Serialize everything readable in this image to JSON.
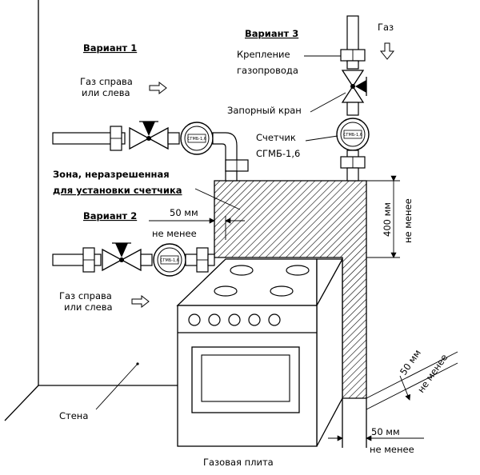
{
  "labels": {
    "variant1": "Вариант 1",
    "variant2": "Вариант 2",
    "variant3": "Вариант 3",
    "gas_side_1_line1": "Газ справа",
    "gas_side_1_line2": "или слева",
    "gas_side_2_line1": "Газ справа",
    "gas_side_2_line2": "или слева",
    "gas": "Газ",
    "mount_line1": "Крепление",
    "mount_line2": "газопровода",
    "shutoff_valve": "Запорный кран",
    "meter_line1": "Счетчик",
    "meter_line2": "СГМБ-1,6",
    "zone_line1": "Зона, неразрешенная",
    "zone_line2": "для установки счетчика",
    "dim_50_top": "50 мм",
    "not_less_top": "не менее",
    "dim_400": "400 мм",
    "not_less_400": "не менее",
    "dim_50_diag": "50 мм",
    "not_less_diag": "не менее",
    "dim_50_bottom": "50 мм",
    "not_less_bottom": "не менее",
    "wall": "Стена",
    "stove": "Газовая плита",
    "meter_face_1": "СГМБ-1,6",
    "meter_face_2": "СГМБ-1,6",
    "meter_face_3": "СГМБ-1,6"
  }
}
